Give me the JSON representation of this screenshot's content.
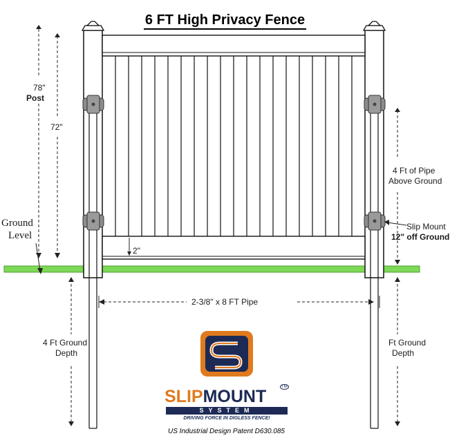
{
  "title": "6 FT High Privacy Fence",
  "labels": {
    "post_height": "78\"",
    "post_word": "Post",
    "fence_height": "72\"",
    "ground_level": [
      "Ground",
      "Level"
    ],
    "bottom_gap": "2\"",
    "pipe_above": [
      "4 Ft of Pipe",
      "Above Ground"
    ],
    "slip_mount": [
      "Slip Mount",
      "12\" off Ground"
    ],
    "pipe_size": "2-3/8\" x 8 FT Pipe",
    "ground_depth_left": [
      "4 Ft Ground",
      "Depth"
    ],
    "ground_depth_right": [
      "Ft Ground",
      "Depth"
    ]
  },
  "logo": {
    "brand_part1": "SLIP",
    "brand_part2": "MOUNT",
    "trademark": "TM",
    "system": "SYSTEM",
    "tagline": "DRIVING FORCE IN DIGLESS FENCE!",
    "patent": "US Industrial Design Patent  D630.085"
  },
  "colors": {
    "ground": "#7ed957",
    "ground_edge": "#4a9a2e",
    "brand_orange": "#e07a1f",
    "brand_navy": "#1c2a55",
    "bracket": "#8c8c8c"
  },
  "icons": [
    "slipmount-logo-icon",
    "bracket-icon",
    "arrow-icon"
  ]
}
